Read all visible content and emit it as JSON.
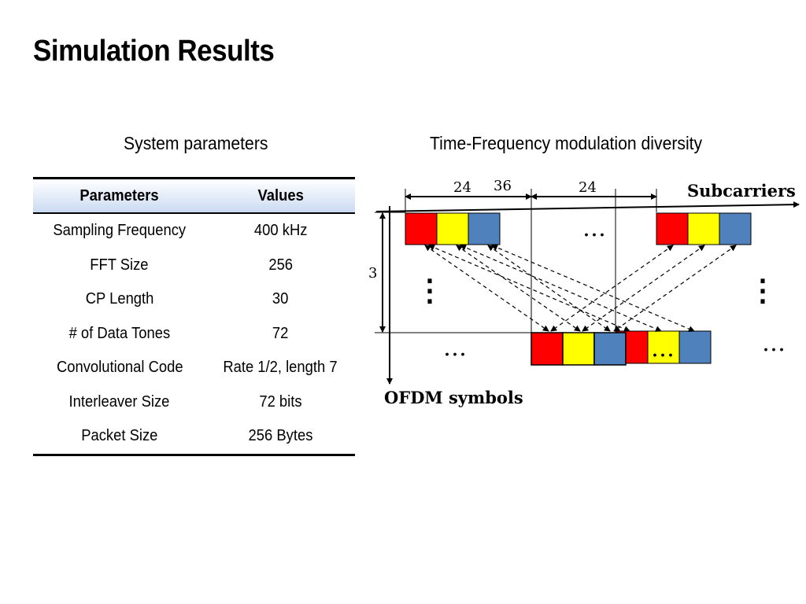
{
  "title": "Simulation Results",
  "left_caption": "System parameters",
  "right_caption": "Time-Frequency modulation diversity",
  "table": {
    "headers": [
      "Parameters",
      "Values"
    ],
    "rows": [
      [
        "Sampling Frequency",
        "400 kHz"
      ],
      [
        "FFT Size",
        "256"
      ],
      [
        "CP Length",
        "30"
      ],
      [
        "# of Data Tones",
        "72"
      ],
      [
        "Convolutional Code",
        "Rate 1/2, length 7"
      ],
      [
        "Interleaver Size",
        "72 bits"
      ],
      [
        "Packet Size",
        "256 Bytes"
      ]
    ]
  },
  "diagram": {
    "x_axis_label": "Subcarriers",
    "y_axis_label": "OFDM symbols",
    "dim_labels": [
      "24",
      "36",
      "24"
    ],
    "vertical_dim_label": "3",
    "ellipsis": "…",
    "vertical_ellipsis": "⋮",
    "colors": {
      "red": "#ff0000",
      "yellow": "#ffff00",
      "blue": "#4f81bd"
    }
  }
}
